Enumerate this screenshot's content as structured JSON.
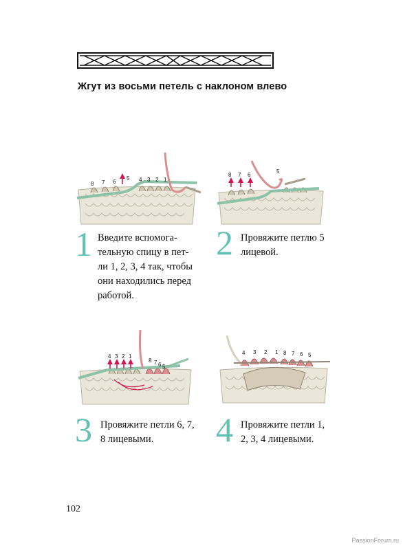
{
  "heading": "Жгут из восьми петель с наклоном влево",
  "colors": {
    "accent_teal": "#63c1b3",
    "yarn_pink": "#d88f90",
    "yarn_grey": "#a79c8a",
    "needle_green": "#8cc3a8",
    "arrow_red": "#d4144d",
    "fabric": "#eae6d9"
  },
  "steps": [
    {
      "number": "1",
      "lines": [
        "Введите вспомога-",
        "тельную спицу в пет-",
        "ли 1, 2, 3, 4 так, чтобы",
        "они находились перед",
        "работой."
      ],
      "labels": [
        "8",
        "7",
        "6",
        "5",
        "4",
        "3",
        "2",
        "1"
      ]
    },
    {
      "number": "2",
      "lines": [
        "Провяжите петлю 5",
        "лицевой."
      ],
      "labels": [
        "8",
        "7",
        "6",
        "5"
      ]
    },
    {
      "number": "3",
      "lines": [
        "Провяжите петли 6, 7,",
        "8 лицевыми."
      ],
      "labels": [
        "4",
        "3",
        "2",
        "1",
        "8",
        "7",
        "6",
        "5"
      ]
    },
    {
      "number": "4",
      "lines": [
        "Провяжите петли 1,",
        "2, 3, 4 лицевыми."
      ],
      "labels": [
        "4",
        "3",
        "2",
        "1",
        "8",
        "7",
        "6",
        "5"
      ]
    }
  ],
  "page_number": "102",
  "watermark": "PassionForum.ru"
}
